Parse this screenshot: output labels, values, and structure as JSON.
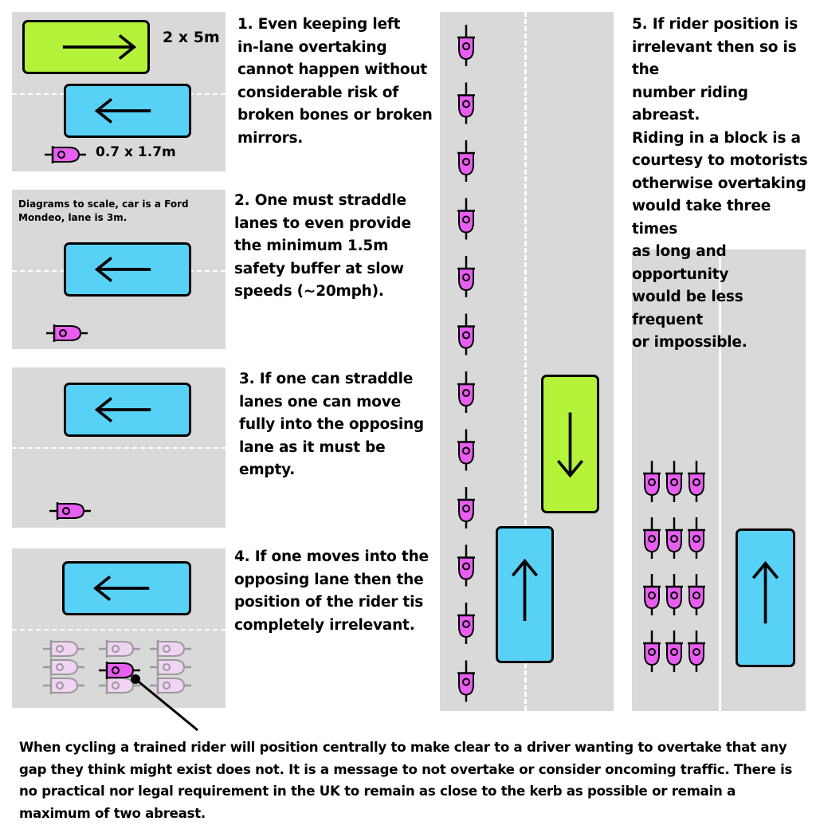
{
  "colors": {
    "road": "#d9d9d9",
    "car_blue": "#57d1f5",
    "car_green": "#b5f23a",
    "bike": "#e85ef0",
    "bike_ghost": "#f1d3f3"
  },
  "labels": {
    "car_size": "2 x 5m",
    "bike_size": "0.7 x 1.7m",
    "scale_note_line1": "Diagrams to scale, car is a Ford",
    "scale_note_line2": "Mondeo, lane is 3m."
  },
  "steps": {
    "s1": "1. Even keeping left\nin-lane overtaking\ncannot happen without\nconsiderable risk of\nbroken bones or broken\nmirrors.",
    "s2": "2. One must straddle\nlanes to even provide\nthe minimum 1.5m\nsafety buffer at slow\nspeeds (~20mph).",
    "s3": "3. If one can straddle\nlanes one can move\nfully into the opposing\nlane as it must be\nempty.",
    "s4": "4. If one moves into the\nopposing lane then the\nposition of the rider tis\ncompletely irrelevant.",
    "s5": "5. If rider position is\nirrelevant then so is the\nnumber riding abreast.\nRiding in a block is a\ncourtesy to motorists\notherwise overtaking\nwould take three times\nas long and opportunity\nwould be less frequent\nor impossible."
  },
  "caption": "When cycling a trained rider will position centrally to make clear to a driver wanting to overtake that any gap they think might exist does not. It is a message to not overtake or consider oncoming traffic. There is no practical nor legal requirement in the UK to remain as close to the kerb as possible or remain a maximum of two abreast.",
  "icons": {
    "arrow": "arrow-icon",
    "bicycle": "bicycle-icon"
  }
}
